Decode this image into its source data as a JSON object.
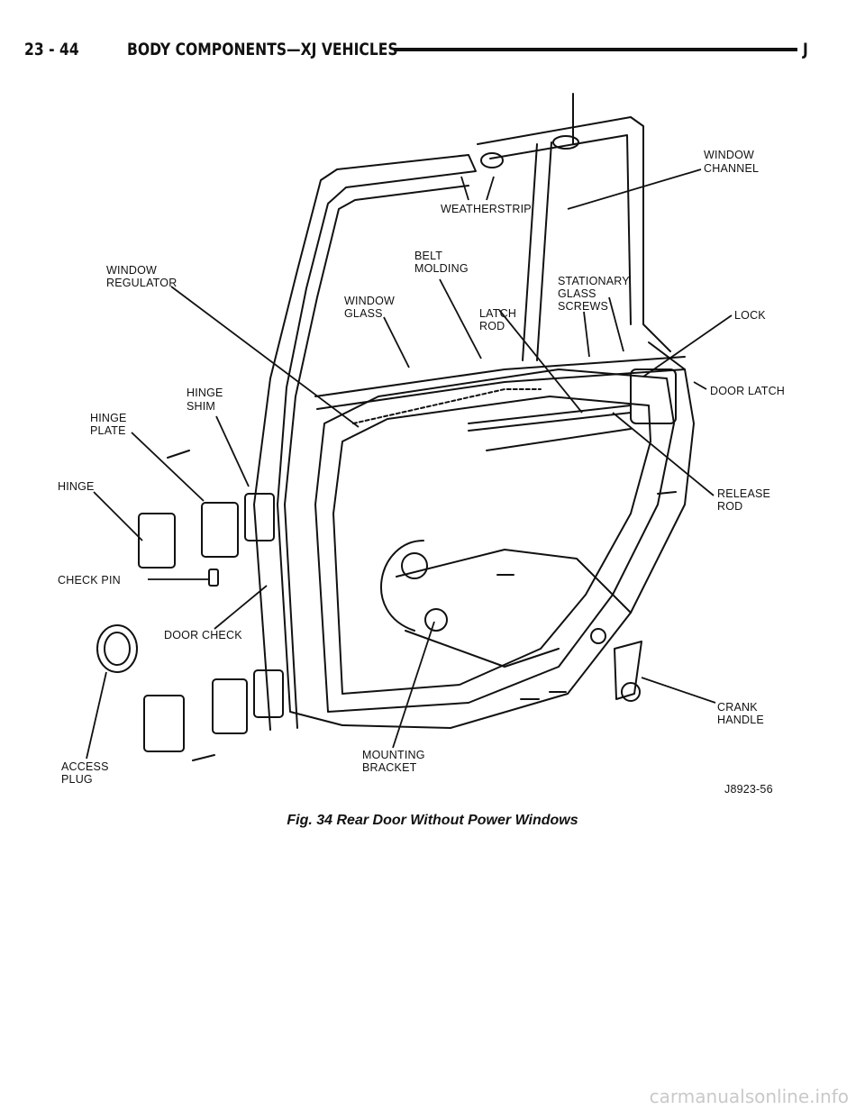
{
  "header": {
    "page_number": "23 - 44",
    "section_title": "BODY COMPONENTS—XJ VEHICLES",
    "edition_letter": "J"
  },
  "figure": {
    "labels": {
      "window_channel": [
        "WINDOW",
        "CHANNEL"
      ],
      "weatherstrip": "WEATHERSTRIP",
      "belt_molding": [
        "BELT",
        "MOLDING"
      ],
      "window_regulator": [
        "WINDOW",
        "REGULATOR"
      ],
      "window_glass": [
        "WINDOW",
        "GLASS"
      ],
      "latch_rod": [
        "LATCH",
        "ROD"
      ],
      "stationary_glass_screws": [
        "STATIONARY",
        "GLASS",
        "SCREWS"
      ],
      "lock": "LOCK",
      "door_latch": "DOOR LATCH",
      "hinge_shim": [
        "HINGE",
        "SHIM"
      ],
      "hinge_plate": [
        "HINGE",
        "PLATE"
      ],
      "hinge": "HINGE",
      "release_rod": [
        "RELEASE",
        "ROD"
      ],
      "check_pin": "CHECK PIN",
      "door_check": "DOOR CHECK",
      "access_plug": [
        "ACCESS",
        "PLUG"
      ],
      "mounting_bracket": [
        "MOUNTING",
        "BRACKET"
      ],
      "crank_handle": [
        "CRANK",
        "HANDLE"
      ]
    },
    "figure_code": "J8923-56",
    "caption": "Fig. 34 Rear Door Without Power Windows"
  },
  "watermark": "carmanualsonline.info"
}
